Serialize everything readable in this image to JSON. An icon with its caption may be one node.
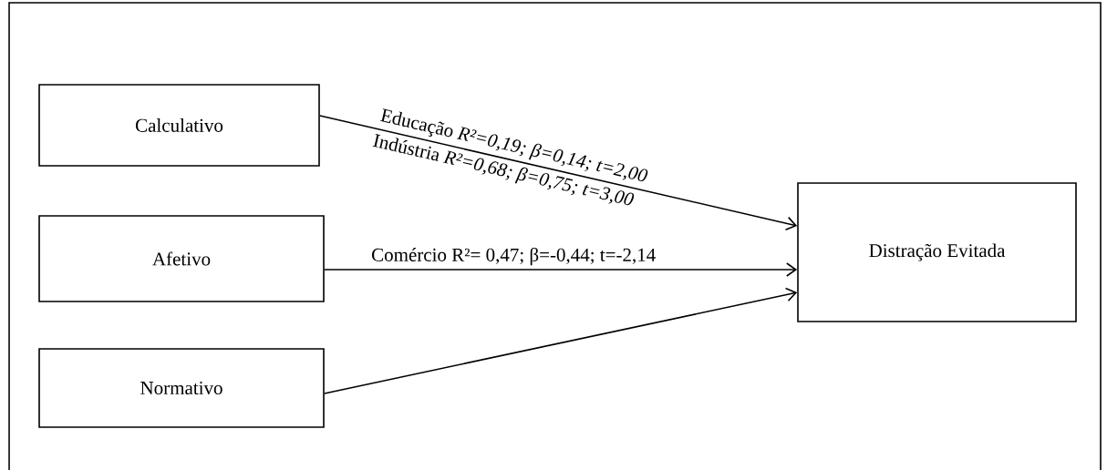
{
  "diagram": {
    "nodes": [
      {
        "text": [
          "Calculativo"
        ]
      },
      {
        "text": [
          "Afetivo"
        ]
      },
      {
        "text": [
          "Normativo"
        ]
      },
      {
        "text": [
          "Distração Evitada"
        ]
      }
    ],
    "edges": [
      {
        "from": 0,
        "to": 3,
        "arrow": "to",
        "label": "Educação *R²=0,19; β=0,14; t=2,00*"
      },
      {
        "from": 1,
        "to": 3,
        "arrow": "to",
        "label": "Comércio R²= 0,47; β=-0,44; t=-2,14"
      },
      {
        "from": 2,
        "to": 3,
        "arrow": "to"
      }
    ],
    "labels": [
      "Indústria *R²=0,68; β=0,75; t=3,00*"
    ]
  }
}
